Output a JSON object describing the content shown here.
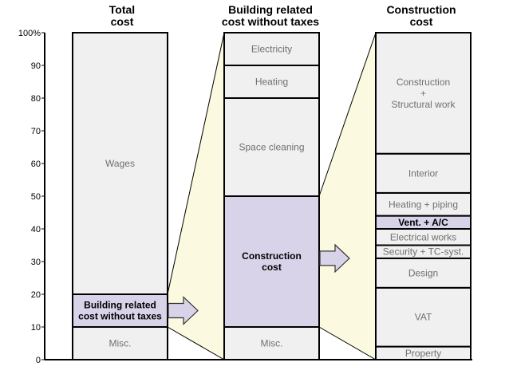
{
  "chart_data": {
    "type": "bar",
    "subtype": "stacked-100-percent-breakdown",
    "y_axis": {
      "ticks": [
        "100%",
        "90",
        "80",
        "70",
        "60",
        "50",
        "40",
        "30",
        "20",
        "10",
        "0"
      ],
      "ylim": [
        0,
        100
      ]
    },
    "columns": [
      {
        "title_lines": [
          "Total",
          "cost"
        ],
        "segments": [
          {
            "label": [
              "Misc."
            ],
            "from": 0,
            "to": 10,
            "highlight": false
          },
          {
            "label": [
              "Building related",
              "cost without taxes"
            ],
            "from": 10,
            "to": 20,
            "highlight": true
          },
          {
            "label": [
              "Wages"
            ],
            "from": 20,
            "to": 100,
            "highlight": false
          }
        ]
      },
      {
        "title_lines": [
          "Building related",
          "cost without taxes"
        ],
        "segments": [
          {
            "label": [
              "Misc."
            ],
            "from": 0,
            "to": 10,
            "highlight": false
          },
          {
            "label": [
              "Construction",
              "cost"
            ],
            "from": 10,
            "to": 50,
            "highlight": true
          },
          {
            "label": [
              "Space cleaning"
            ],
            "from": 50,
            "to": 80,
            "highlight": false
          },
          {
            "label": [
              "Heating"
            ],
            "from": 80,
            "to": 90,
            "highlight": false
          },
          {
            "label": [
              "Electricity"
            ],
            "from": 90,
            "to": 100,
            "highlight": false
          }
        ]
      },
      {
        "title_lines": [
          "Construction",
          "cost"
        ],
        "segments": [
          {
            "label": [
              "Property"
            ],
            "from": 0,
            "to": 4,
            "highlight": false
          },
          {
            "label": [
              "VAT"
            ],
            "from": 4,
            "to": 22,
            "highlight": false
          },
          {
            "label": [
              "Design"
            ],
            "from": 22,
            "to": 31,
            "highlight": false
          },
          {
            "label": [
              "Security + TC-syst."
            ],
            "from": 31,
            "to": 35,
            "highlight": false
          },
          {
            "label": [
              "Electrical works"
            ],
            "from": 35,
            "to": 40,
            "highlight": false
          },
          {
            "label": [
              "Vent. + A/C"
            ],
            "from": 40,
            "to": 44,
            "highlight": true
          },
          {
            "label": [
              "Heating + piping"
            ],
            "from": 44,
            "to": 51,
            "highlight": false
          },
          {
            "label": [
              "Interior"
            ],
            "from": 51,
            "to": 63,
            "highlight": false
          },
          {
            "label": [
              "Construction",
              "+",
              "Structural work"
            ],
            "from": 63,
            "to": 100,
            "highlight": false
          }
        ]
      }
    ],
    "colors": {
      "segment_fill": "#f0f0f0",
      "highlight_fill": "#d9d3ea",
      "connector_fill": "#fbf9df",
      "arrow_fill": "#d9d3ea",
      "border": "#000000"
    }
  }
}
